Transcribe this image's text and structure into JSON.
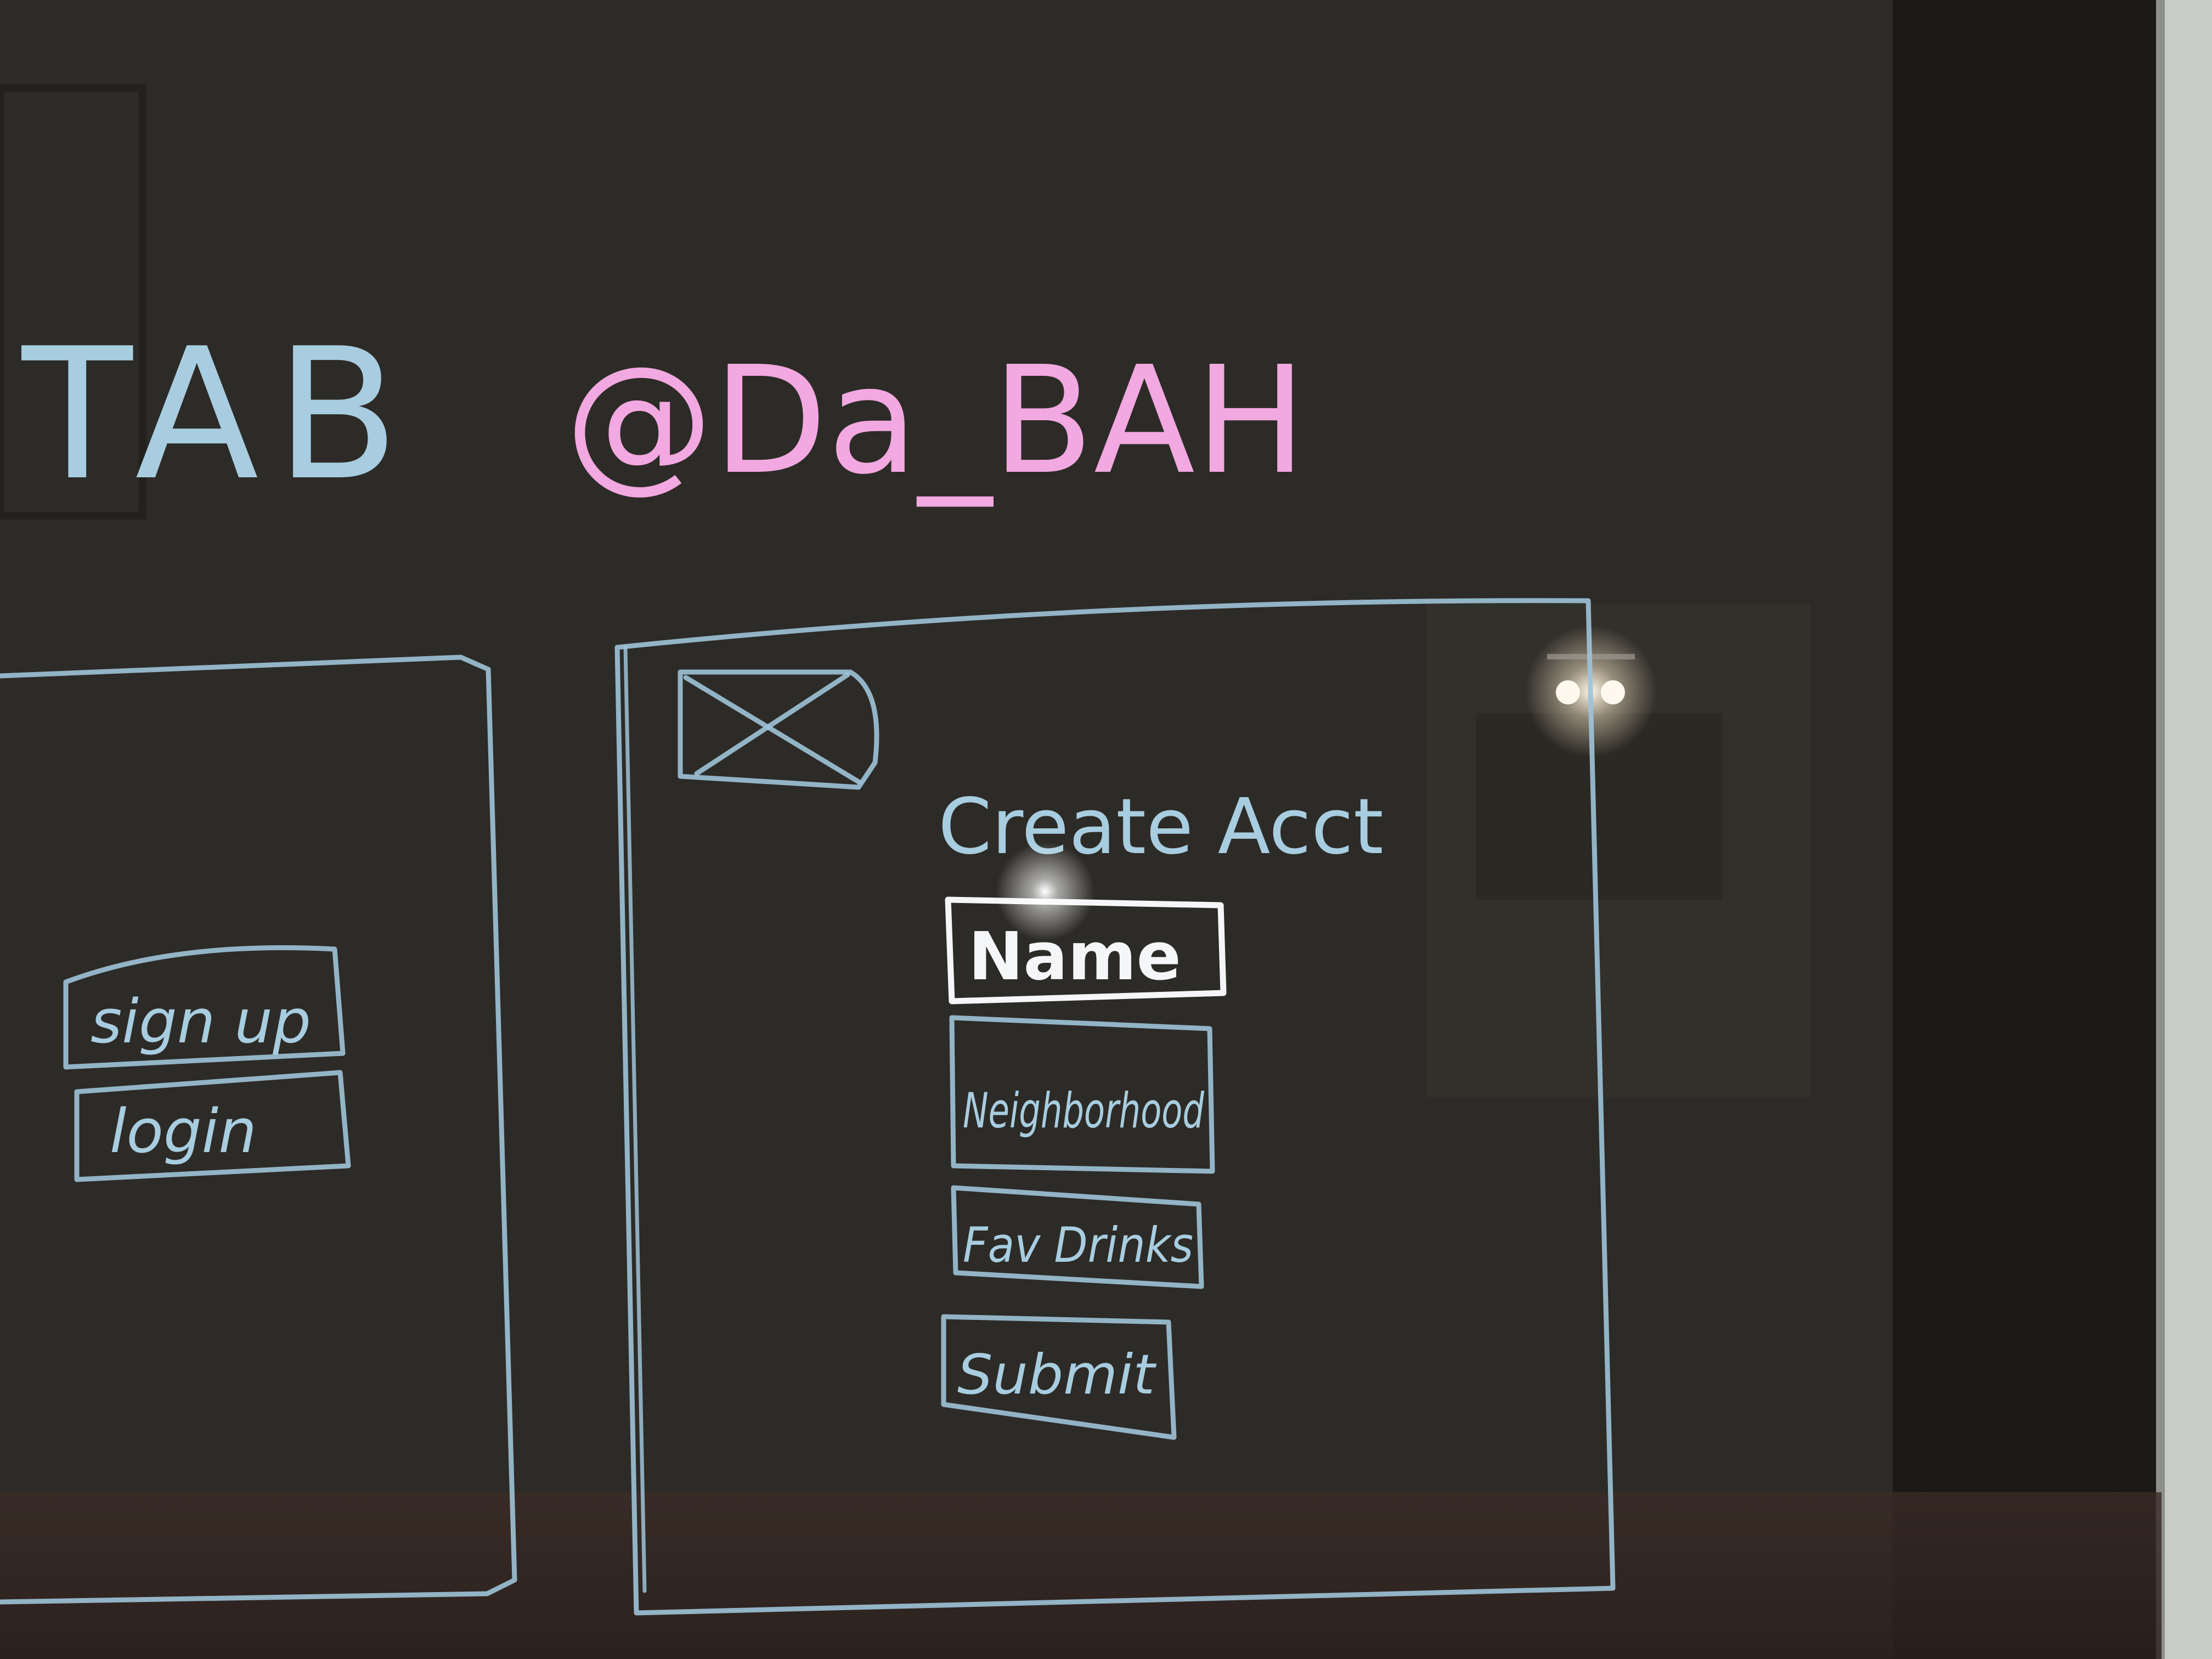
{
  "header": {
    "left_title": "TAB",
    "handle": "@Da_BAH"
  },
  "landing_screen": {
    "signup_label": "sign up",
    "login_label": "login"
  },
  "create_account_screen": {
    "title": "Create Acct",
    "image_placeholder_icon": "image-placeholder-icon",
    "fields": [
      {
        "label": "Name"
      },
      {
        "label": "Neighborhood"
      },
      {
        "label": "Fav Drinks"
      }
    ],
    "submit_label": "Submit"
  },
  "colors": {
    "board": "#2a2824",
    "blue_ink": "#9fc3d8",
    "pink_ink": "#f2a8e0",
    "white_ink": "#f4f6f7"
  }
}
